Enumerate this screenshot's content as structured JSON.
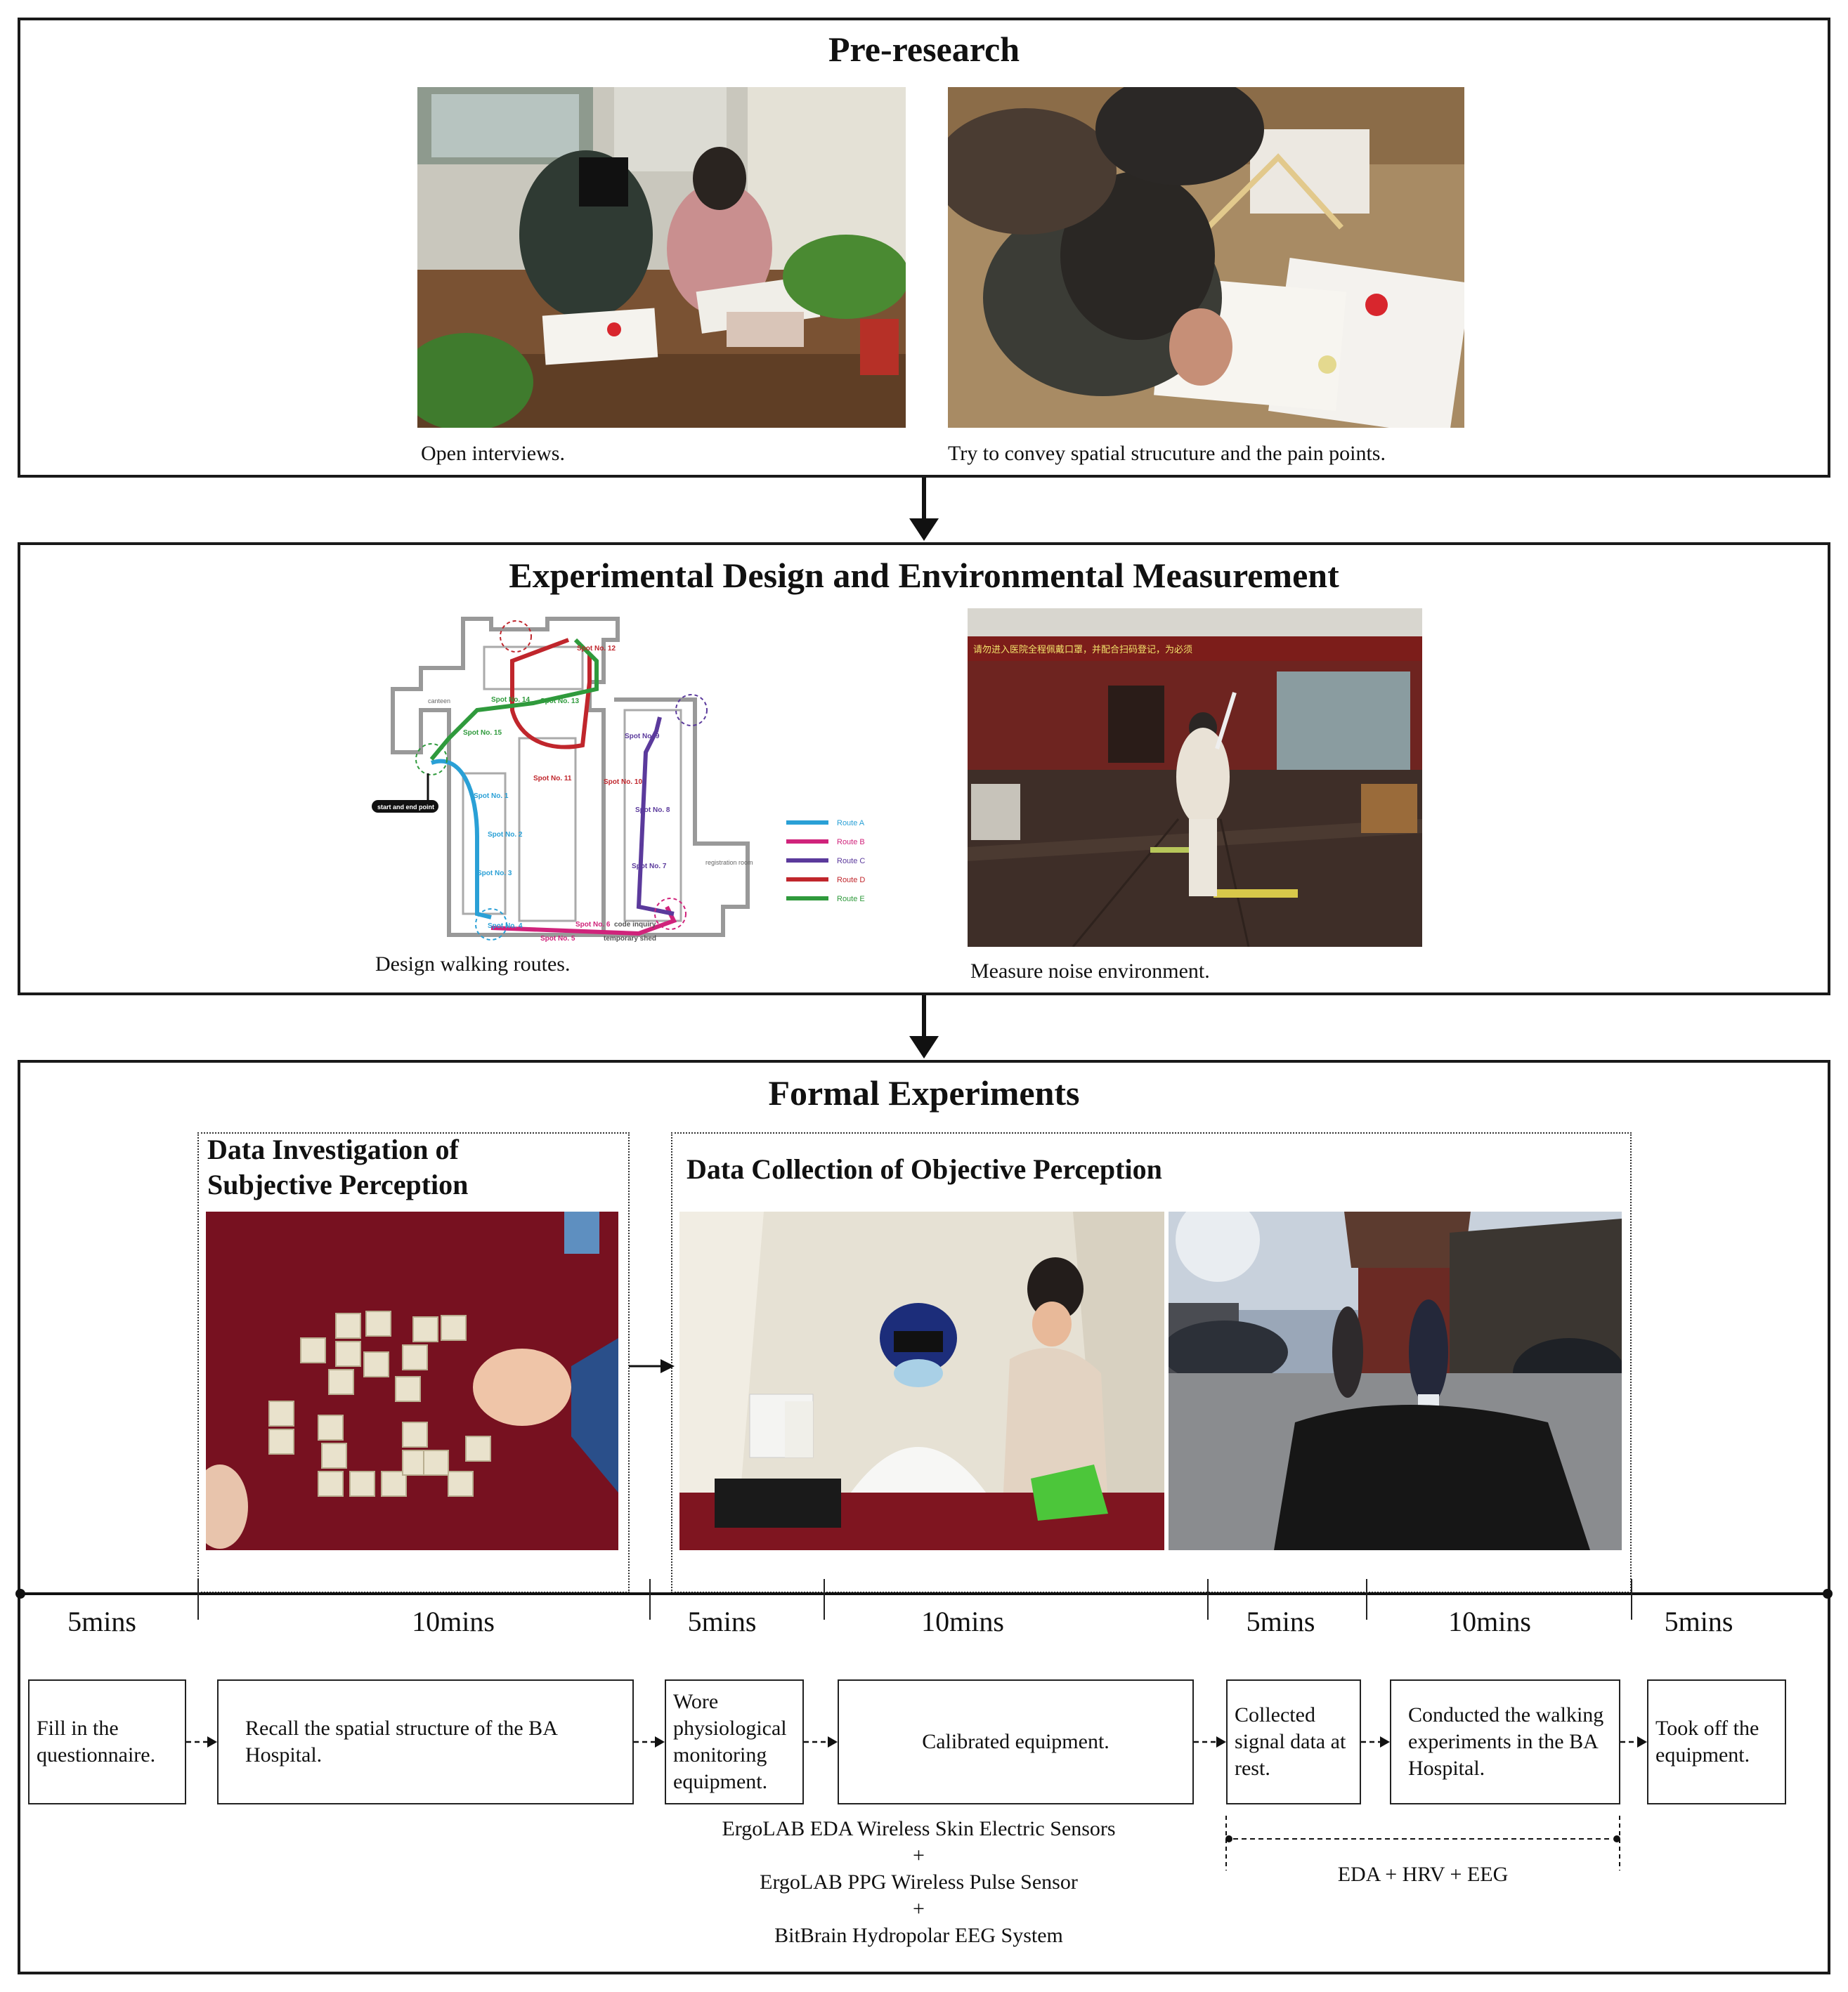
{
  "panels": {
    "pre_research": {
      "title": "Pre-research",
      "caption_left": "Open interviews.",
      "caption_right": "Try to convey spatial strucuture and the pain points."
    },
    "design": {
      "title": "Experimental Design and Environmental Measurement",
      "caption_left": "Design walking routes.",
      "caption_right": "Measure noise environment."
    },
    "formal": {
      "title": "Formal Experiments",
      "subjective_title_line1": "Data Investigation of",
      "subjective_title_line2": "Subjective Perception",
      "objective_title": "Data Collection of Objective Perception"
    }
  },
  "map": {
    "start_label": "start and end point",
    "legend": [
      "Route A",
      "Route B",
      "Route C",
      "Route D",
      "Route E"
    ],
    "legend_colors": [
      "#2aa0d6",
      "#d0237b",
      "#5b3a9c",
      "#c0262c",
      "#2f9a3c"
    ],
    "spots": [
      "Spot No. 12",
      "Spot No. 13",
      "Spot No. 14",
      "Spot No. 15",
      "Spot No. 9",
      "Spot No. 11",
      "Spot No. 10",
      "Spot No. 1",
      "Spot No. 8",
      "Spot No. 2",
      "Spot No. 7",
      "Spot No. 3",
      "Spot No. 4",
      "Spot No. 5",
      "Spot No. 6",
      "code inquiry",
      "temporary shed",
      "canteen",
      "registration room"
    ]
  },
  "banners": {
    "hospital_sign": "请勿进入医院全程佩戴口罩，并配合扫码登记，为必须"
  },
  "timeline": {
    "durations": [
      "5mins",
      "10mins",
      "5mins",
      "10mins",
      "5mins",
      "10mins",
      "5mins"
    ]
  },
  "steps": {
    "fill": "Fill in the questionnaire.",
    "recall": "Recall the spatial structure of the BA Hospital.",
    "wore": "Wore physiological monitoring equipment.",
    "calibrated": "Calibrated equipment.",
    "collected": "Collected signal data at rest.",
    "conducted": "Conducted the walking experiments in the BA Hospital.",
    "tookoff": "Took off the equipment."
  },
  "equipment": {
    "line1": "ErgoLAB EDA Wireless Skin Electric Sensors",
    "plus1": "+",
    "line2": "ErgoLAB PPG Wireless Pulse Sensor",
    "plus2": "+",
    "line3": "BitBrain Hydropolar EEG System",
    "measures": "EDA + HRV + EEG"
  }
}
